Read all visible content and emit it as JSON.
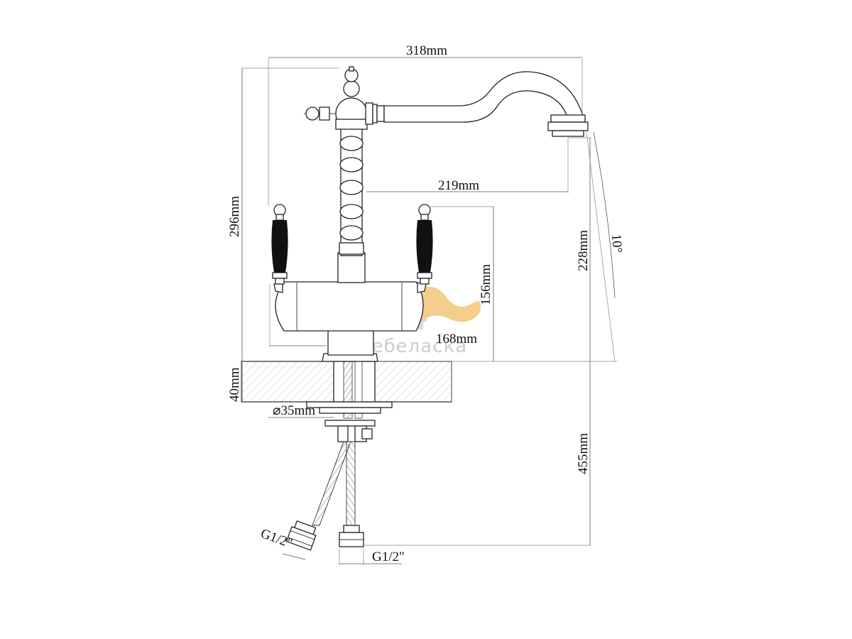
{
  "dimensions": {
    "overall_width": "318mm",
    "spout_reach": "219mm",
    "overall_height": "296mm",
    "spout_height": "228mm",
    "handle_height": "156mm",
    "body_width": "168mm",
    "spout_angle": "10°",
    "countertop_thickness": "40mm",
    "mounting_hole_diameter": "⌀35mm",
    "hose_length": "455mm",
    "left_connection_thread": "G1/2\"",
    "right_connection_thread": "G1/2\""
  },
  "watermark": {
    "text": "мебеласка"
  },
  "colors": {
    "line": "#222222",
    "handle": "#111111",
    "watermark_gray": "#c9c9c9",
    "watermark_orange": "#f3c980"
  }
}
